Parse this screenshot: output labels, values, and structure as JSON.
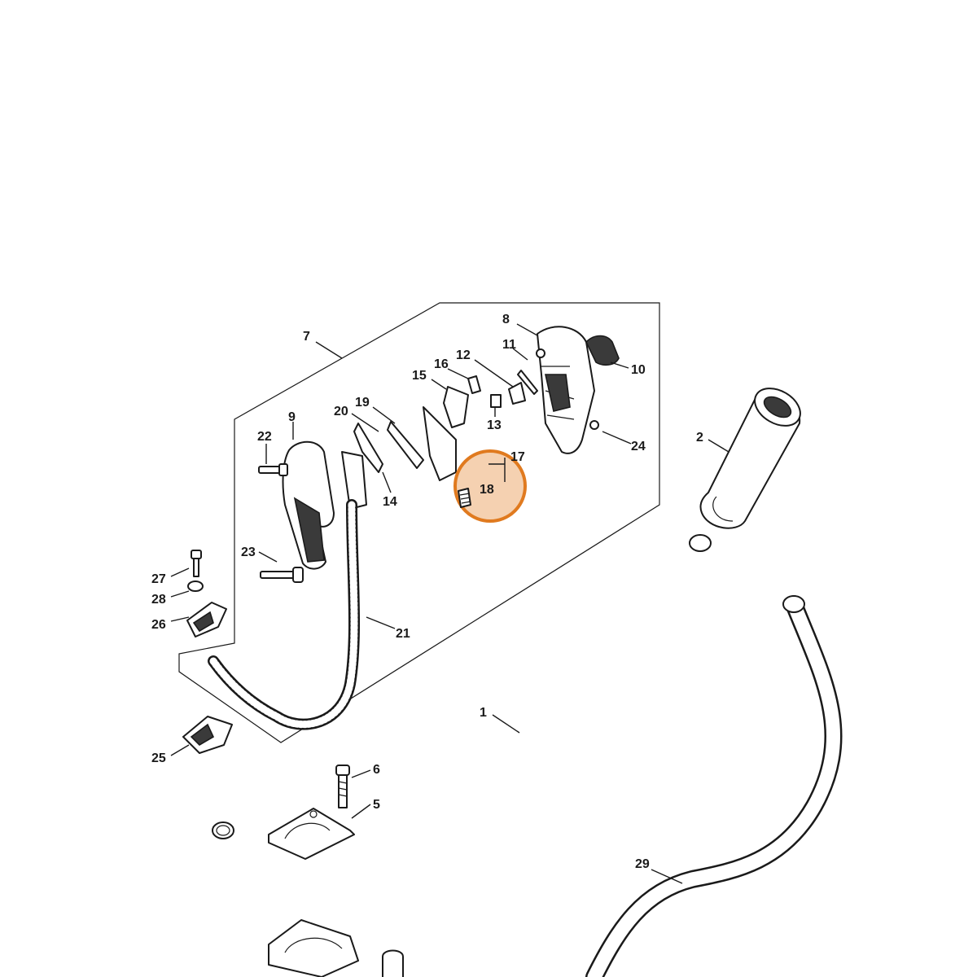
{
  "highlight": {
    "label": "18",
    "color": "#e07a1f"
  },
  "labels": {
    "l1": "1",
    "l2": "2",
    "l5": "5",
    "l6": "6",
    "l7": "7",
    "l8": "8",
    "l9": "9",
    "l10": "10",
    "l11": "11",
    "l12": "12",
    "l13": "13",
    "l14": "14",
    "l15": "15",
    "l16": "16",
    "l17": "17",
    "l18": "18",
    "l19": "19",
    "l20": "20",
    "l21": "21",
    "l22": "22",
    "l23": "23",
    "l24": "24",
    "l25": "25",
    "l26": "26",
    "l27": "27",
    "l28": "28",
    "l29": "29"
  },
  "colors": {
    "line": "#1a1a1a",
    "background": "#ffffff",
    "highlight_fill": "#f3c9a3"
  }
}
